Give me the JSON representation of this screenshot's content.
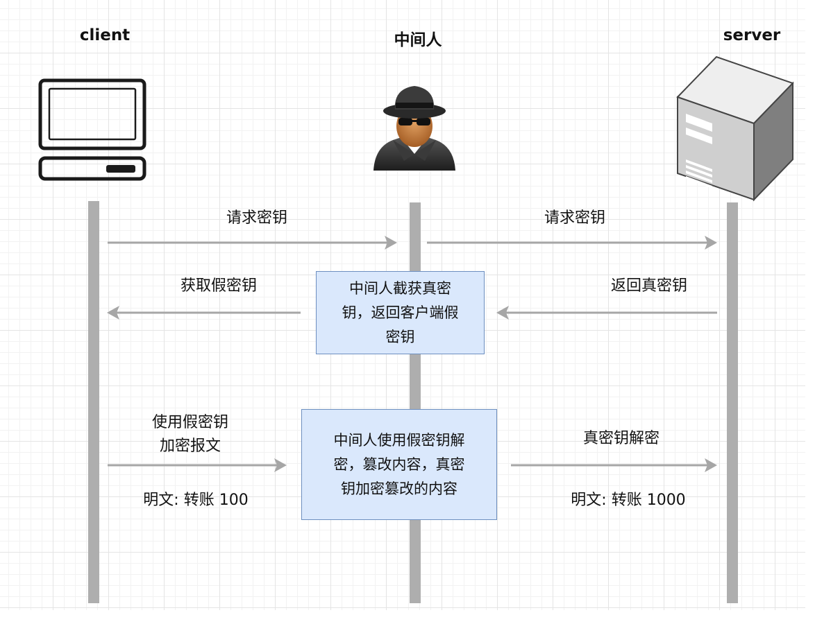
{
  "actors": {
    "client": "client",
    "mitm": "中间人",
    "server": "server"
  },
  "messages": {
    "request_key_left": "请求密钥",
    "request_key_right": "请求密钥",
    "get_fake_key": "获取假密钥",
    "return_real_key": "返回真密钥",
    "use_fake_key_line1": "使用假密钥",
    "use_fake_key_line2": "加密报文",
    "plaintext_client": "明文: 转账 100",
    "real_key_decrypt": "真密钥解密",
    "plaintext_server": "明文: 转账 1000"
  },
  "notes": {
    "intercept_line1": "中间人截获真密",
    "intercept_line2": "钥，返回客户端假",
    "intercept_line3": "密钥",
    "tamper_line1": "中间人使用假密钥解",
    "tamper_line2": "密，篡改内容，真密",
    "tamper_line3": "钥加密篡改的内容"
  },
  "colors": {
    "lifeline": "#aeaeae",
    "arrow": "#a6a6a6",
    "note_fill": "#dae8fc",
    "note_border": "#6c8ebf"
  },
  "icons": {
    "client": "computer-monitor-icon",
    "mitm": "hacker-spy-icon",
    "server": "server-tower-icon"
  }
}
